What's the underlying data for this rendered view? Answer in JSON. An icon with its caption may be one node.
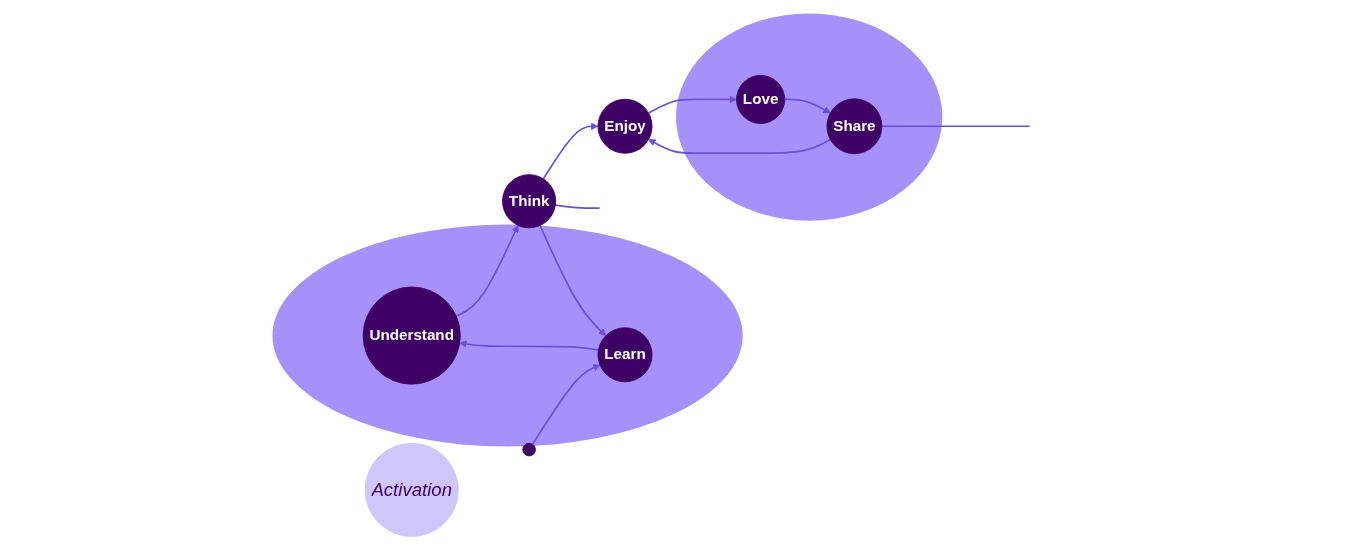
{
  "diagram": {
    "nodes": [
      {
        "text": [],
        "shape": "circle"
      },
      {
        "text": [
          "Understand"
        ],
        "in": 0
      },
      {
        "text": [
          "Learn"
        ],
        "in": 0
      },
      {
        "text": [
          "Think"
        ]
      },
      {
        "text": [
          "Activation"
        ]
      },
      {
        "text": [],
        "shape": "circle"
      },
      {
        "text": [
          "Love"
        ],
        "in": 5
      },
      {
        "text": [
          "Enjoy"
        ]
      },
      {
        "text": [
          "Share"
        ],
        "in": 5
      },
      {
        "text": [],
        "shape": "circle"
      }
    ],
    "edges": [
      {
        "from": 2,
        "to": 1,
        "arrow": "to"
      },
      {
        "from": 1,
        "to": 3,
        "arrow": "to"
      },
      {
        "from": 3,
        "to": 2,
        "arrow": "to"
      },
      {
        "from": 3,
        "to": 7,
        "arrow": "to"
      },
      {
        "from": 7,
        "to": 6,
        "arrow": "to"
      },
      {
        "from": 6,
        "to": 8,
        "arrow": "to"
      },
      {
        "from": 8,
        "to": 7,
        "arrow": "to"
      },
      {
        "from": 9,
        "to": 2,
        "arrow": "to"
      },
      {
        "from": 3,
        "to": null,
        "arrow": "none"
      },
      {
        "from": 8,
        "to": null,
        "arrow": "none"
      }
    ]
  }
}
